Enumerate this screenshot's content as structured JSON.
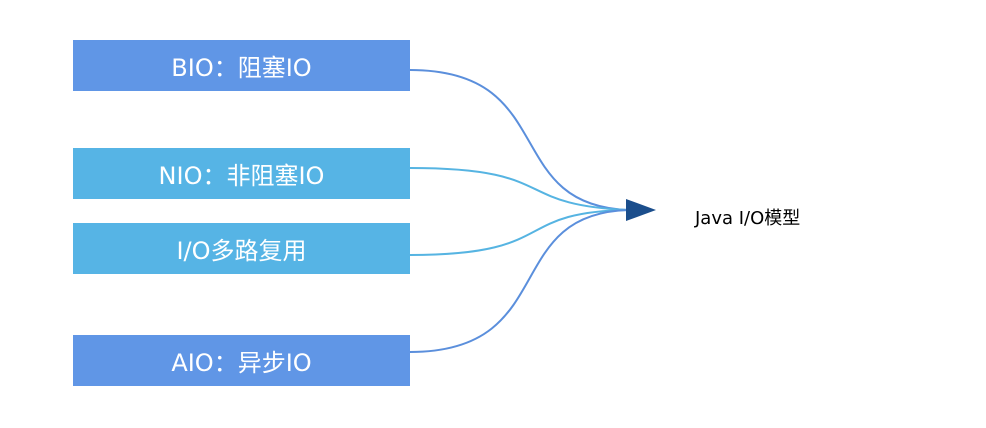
{
  "diagram": {
    "sources": [
      {
        "label": "BIO：阻塞IO",
        "fill": "#6096e6",
        "line": "#5b8fdc"
      },
      {
        "label": "NIO：非阻塞IO",
        "fill": "#56b4e5",
        "line": "#56b4e2"
      },
      {
        "label": "I/O多路复用",
        "fill": "#56b4e5",
        "line": "#56b4e2"
      },
      {
        "label": "AIO：异步IO",
        "fill": "#6096e6",
        "line": "#5b8fdc"
      }
    ],
    "target": {
      "label": "Java I/O模型"
    },
    "arrow_color": "#1b4e8c"
  }
}
